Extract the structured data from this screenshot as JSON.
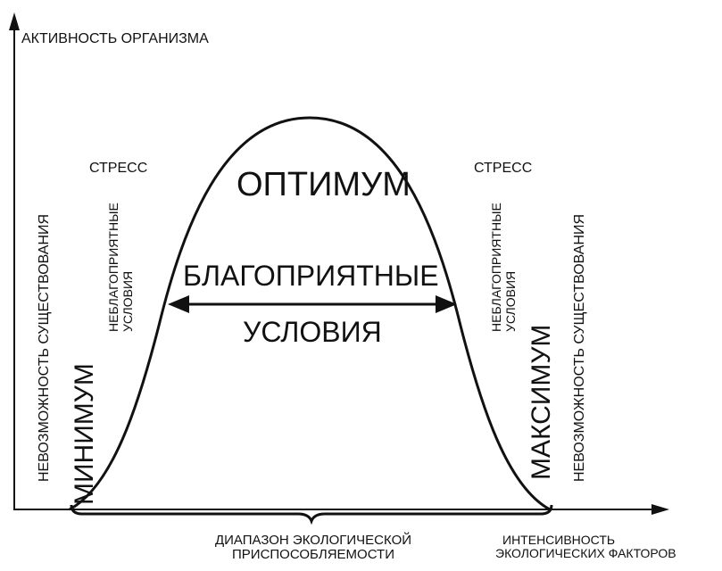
{
  "labels": {
    "y_axis": "АКТИВНОСТЬ ОРГАНИЗМА",
    "x_axis_line1": "ИНТЕНСИВНОСТЬ",
    "x_axis_line2": "ЭКОЛОГИЧЕСКИХ ФАКТОРОВ",
    "optimum": "ОПТИМУМ",
    "favorable_line1": "БЛАГОПРИЯТНЫЕ",
    "favorable_line2": "УСЛОВИЯ",
    "stress_left": "СТРЕСС",
    "stress_right": "СТРЕСС",
    "unfavorable_left_line1": "НЕБЛАГОПРИЯТНЫЕ",
    "unfavorable_left_line2": "УСЛОВИЯ",
    "unfavorable_right_line1": "НЕБЛАГОПРИЯТНЫЕ",
    "unfavorable_right_line2": "УСЛОВИЯ",
    "impossible_left": "НЕВОЗМОЖНОСТЬ СУЩЕСТВОВАНИЯ",
    "impossible_right": "НЕВОЗМОЖНОСТЬ СУЩЕСТВОВАНИЯ",
    "minimum": "МИНИМУМ",
    "maximum": "МАКСИМУМ",
    "range_line1": "ДИАПАЗОН ЭКОЛОГИЧЕСКОЙ",
    "range_line2": "ПРИСПОСОБЛЯЕМОСТИ"
  },
  "colors": {
    "ink": "#111111",
    "background": "#ffffff"
  }
}
